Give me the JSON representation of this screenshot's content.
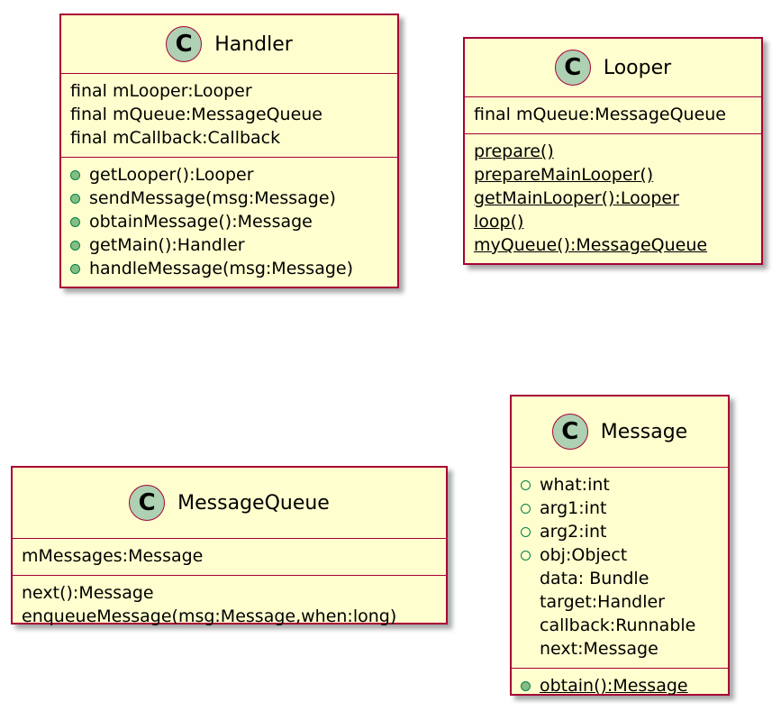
{
  "classes": {
    "handler": {
      "icon": "C",
      "name": "Handler",
      "fields": [
        "final mLooper:Looper",
        "final mQueue:MessageQueue",
        "final mCallback:Callback"
      ],
      "methods": [
        "getLooper():Looper",
        "sendMessage(msg:Message)",
        "obtainMessage():Message",
        "getMain():Handler",
        "handleMessage(msg:Message)"
      ]
    },
    "looper": {
      "icon": "C",
      "name": "Looper",
      "fields": [
        "final mQueue:MessageQueue"
      ],
      "methods": [
        "prepare()",
        "prepareMainLooper()",
        "getMainLooper():Looper",
        "loop()",
        "myQueue():MessageQueue"
      ]
    },
    "message_queue": {
      "icon": "C",
      "name": "MessageQueue",
      "fields": [
        "mMessages:Message"
      ],
      "methods": [
        "next():Message",
        "enqueueMessage(msg:Message,when:long)"
      ]
    },
    "message": {
      "icon": "C",
      "name": "Message",
      "fields": [
        "what:int",
        "arg1:int",
        "arg2:int",
        "obj:Object",
        "data: Bundle",
        "target:Handler",
        "callback:Runnable",
        "next:Message"
      ],
      "methods": [
        "obtain():Message"
      ]
    }
  },
  "colors": {
    "box_fill": "#fefece",
    "border": "#a80036",
    "class_icon": "#add1b2",
    "public_marker": "#84be84"
  }
}
